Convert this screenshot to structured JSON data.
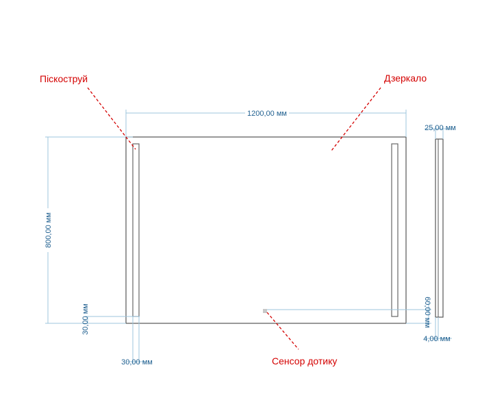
{
  "colors": {
    "dimension": "#1f5f8f",
    "extension_line": "#9cc4dc",
    "callout": "#d40000",
    "outline": "#555555",
    "strip": "#666666",
    "sensor": "#c8c8c8"
  },
  "labels": {
    "sandblast": "Піскоструй",
    "mirror": "Дзеркало",
    "sensor": "Сенсор дотику"
  },
  "dimensions": {
    "width": "1200,00 мм",
    "height": "800,00 мм",
    "bottom_margin": "30,00 мм",
    "side_margin": "30,00 мм",
    "thickness": "25,00 мм",
    "sensor_offset": "60,00 мм",
    "back_offset": "4,00 мм"
  }
}
